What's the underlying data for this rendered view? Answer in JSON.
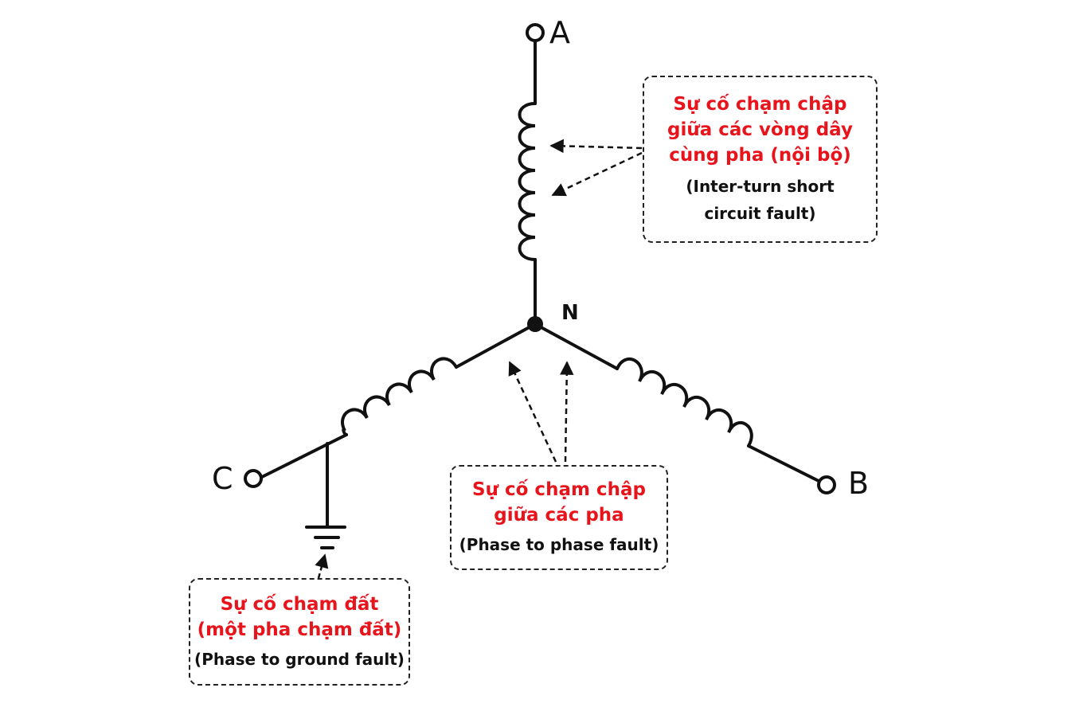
{
  "terminals": {
    "a": "A",
    "b": "B",
    "c": "C",
    "neutral": "N"
  },
  "callouts": {
    "inter_turn": {
      "vi_lines": [
        "Sự cố chạm chập",
        "giữa các vòng dây",
        "cùng pha (nội bộ)"
      ],
      "en_lines": [
        "(Inter-turn short",
        "circuit fault)"
      ]
    },
    "phase_to_phase": {
      "vi_lines": [
        "Sự cố chạm chập",
        "giữa các pha"
      ],
      "en_lines": [
        "(Phase to phase fault)"
      ]
    },
    "phase_to_ground": {
      "vi_lines": [
        "Sự cố chạm đất",
        "(một pha chạm đất)"
      ],
      "en_lines": [
        "(Phase to ground fault)"
      ]
    }
  }
}
